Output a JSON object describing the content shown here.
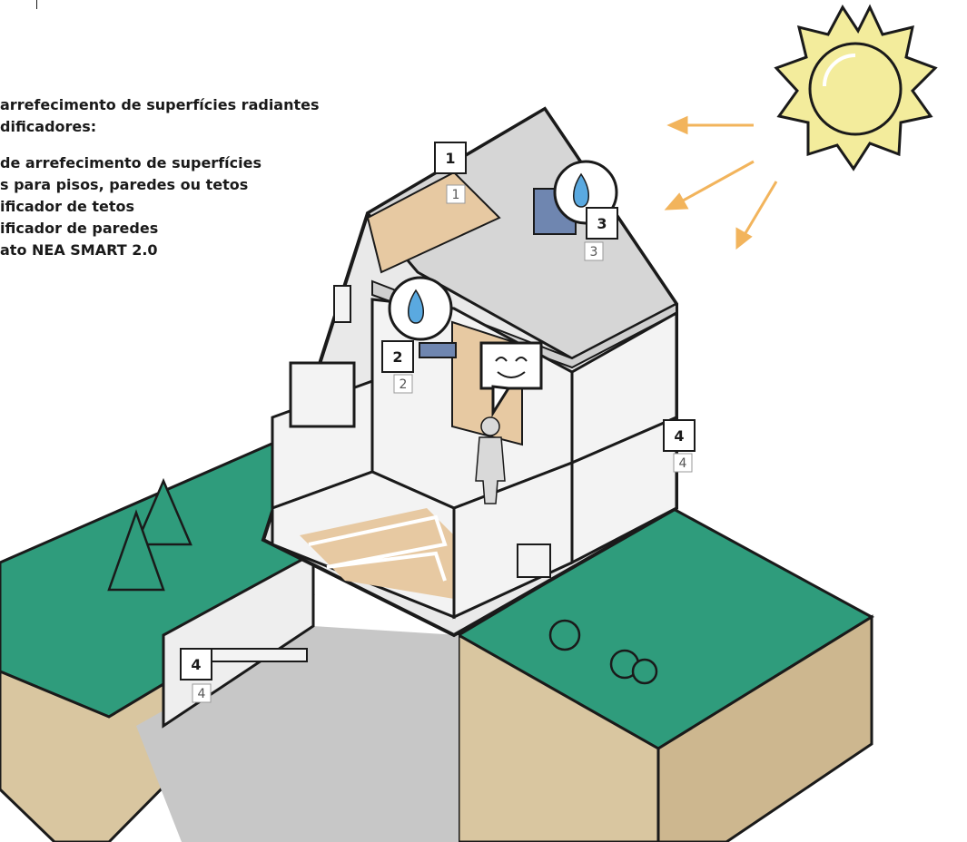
{
  "legend": {
    "heading_line1": "arrefecimento de superfícies radiantes",
    "heading_line2": "dificadores:",
    "items": [
      "de arrefecimento de superfícies",
      "s para pisos, paredes ou tetos",
      "ificador de tetos",
      "ificador de paredes",
      "ato NEA SMART 2.0"
    ]
  },
  "callouts": {
    "c1": "1",
    "c2": "2",
    "c3": "3",
    "c4a": "4",
    "c4b": "4"
  },
  "wall_labels": {
    "l1": "1",
    "l2": "2",
    "l3": "3",
    "l4a": "4",
    "l4b": "4"
  },
  "colors": {
    "grass": "#2f9c7c",
    "soil": "#d9c6a0",
    "wall": "#d6d6d6",
    "heating": "#e7c9a2",
    "sun": "#f3ec9c",
    "arrows": "#f2b45c",
    "dehumidifier_icon": "#5aa9e0"
  }
}
